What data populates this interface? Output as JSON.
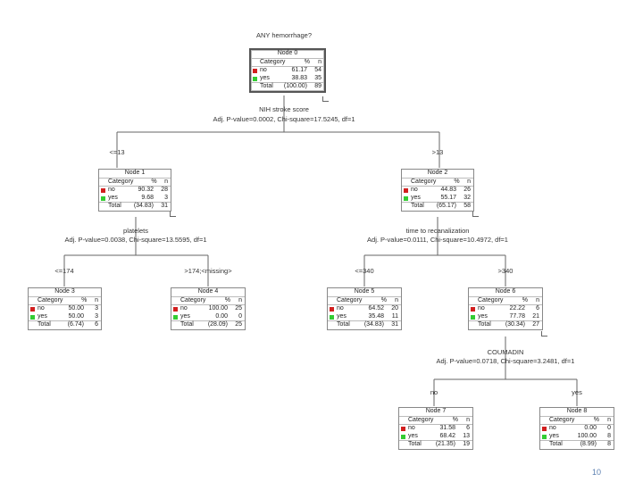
{
  "root_question": "ANY hemorrhage?",
  "colors": {
    "no": "#d21f1f",
    "yes": "#33cc33"
  },
  "headers": {
    "category": "Category",
    "pct": "%",
    "n": "n"
  },
  "nodes": [
    {
      "id": "node0",
      "title": "Node 0",
      "rows": [
        {
          "cat": "no",
          "pct": "61.17",
          "n": "54"
        },
        {
          "cat": "yes",
          "pct": "38.83",
          "n": "35"
        },
        {
          "cat": "Total",
          "pct": "(100.00)",
          "n": "89"
        }
      ]
    },
    {
      "id": "node1",
      "title": "Node 1",
      "rows": [
        {
          "cat": "no",
          "pct": "90.32",
          "n": "28"
        },
        {
          "cat": "yes",
          "pct": "9.68",
          "n": "3"
        },
        {
          "cat": "Total",
          "pct": "(34.83)",
          "n": "31"
        }
      ]
    },
    {
      "id": "node2",
      "title": "Node 2",
      "rows": [
        {
          "cat": "no",
          "pct": "44.83",
          "n": "26"
        },
        {
          "cat": "yes",
          "pct": "55.17",
          "n": "32"
        },
        {
          "cat": "Total",
          "pct": "(65.17)",
          "n": "58"
        }
      ]
    },
    {
      "id": "node3",
      "title": "Node 3",
      "rows": [
        {
          "cat": "no",
          "pct": "50.00",
          "n": "3"
        },
        {
          "cat": "yes",
          "pct": "50.00",
          "n": "3"
        },
        {
          "cat": "Total",
          "pct": "(6.74)",
          "n": "6"
        }
      ]
    },
    {
      "id": "node4",
      "title": "Node 4",
      "rows": [
        {
          "cat": "no",
          "pct": "100.00",
          "n": "25"
        },
        {
          "cat": "yes",
          "pct": "0.00",
          "n": "0"
        },
        {
          "cat": "Total",
          "pct": "(28.09)",
          "n": "25"
        }
      ]
    },
    {
      "id": "node5",
      "title": "Node 5",
      "rows": [
        {
          "cat": "no",
          "pct": "64.52",
          "n": "20"
        },
        {
          "cat": "yes",
          "pct": "35.48",
          "n": "11"
        },
        {
          "cat": "Total",
          "pct": "(34.83)",
          "n": "31"
        }
      ]
    },
    {
      "id": "node6",
      "title": "Node 6",
      "rows": [
        {
          "cat": "no",
          "pct": "22.22",
          "n": "6"
        },
        {
          "cat": "yes",
          "pct": "77.78",
          "n": "21"
        },
        {
          "cat": "Total",
          "pct": "(30.34)",
          "n": "27"
        }
      ]
    },
    {
      "id": "node7",
      "title": "Node 7",
      "rows": [
        {
          "cat": "no",
          "pct": "31.58",
          "n": "6"
        },
        {
          "cat": "yes",
          "pct": "68.42",
          "n": "13"
        },
        {
          "cat": "Total",
          "pct": "(21.35)",
          "n": "19"
        }
      ]
    },
    {
      "id": "node8",
      "title": "Node 8",
      "rows": [
        {
          "cat": "no",
          "pct": "0.00",
          "n": "0"
        },
        {
          "cat": "yes",
          "pct": "100.00",
          "n": "8"
        },
        {
          "cat": "Total",
          "pct": "(8.99)",
          "n": "8"
        }
      ]
    }
  ],
  "splits": [
    {
      "id": "split0",
      "variable": "NIH stroke score",
      "stats": "Adj. P-value=0.0002, Chi-square=17.5245, df=1"
    },
    {
      "id": "split1",
      "variable": "platelets",
      "stats": "Adj. P-value=0.0038, Chi-square=13.5595, df=1"
    },
    {
      "id": "split2",
      "variable": "time to recanalization",
      "stats": "Adj. P-value=0.0111, Chi-square=10.4972, df=1"
    },
    {
      "id": "split6",
      "variable": "COUMADIN",
      "stats": "Adj. P-value=0.0718, Chi-square=3.2481, df=1"
    }
  ],
  "branches": {
    "b1": "<=13",
    "b2": ">13",
    "b3": "<=174",
    "b4": ">174;<missing>",
    "b5": "<=340",
    "b6": ">340",
    "b7": "no",
    "b8": "yes"
  },
  "page_number": "10"
}
